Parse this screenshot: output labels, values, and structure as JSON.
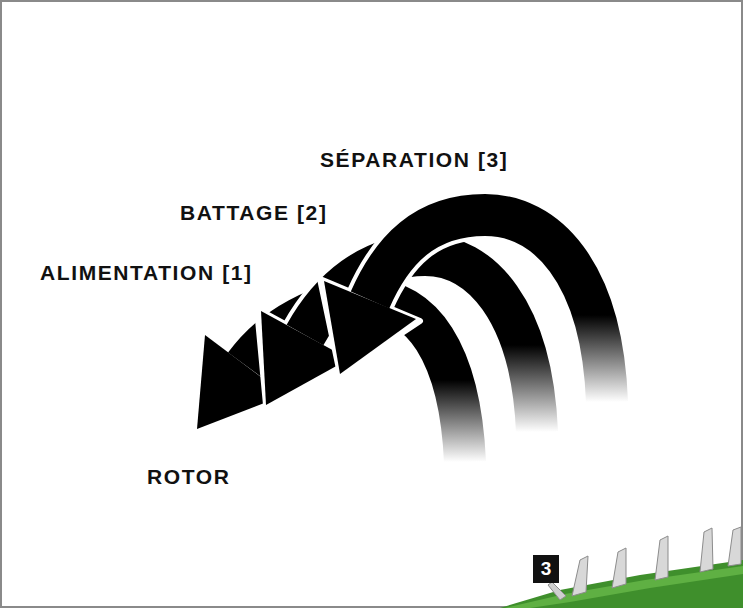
{
  "diagram": {
    "labels": [
      "SÉPARATION [3]",
      "BATTAGE [2]",
      "ALIMENTATION [1]",
      "ROTOR",
      "3"
    ]
  }
}
